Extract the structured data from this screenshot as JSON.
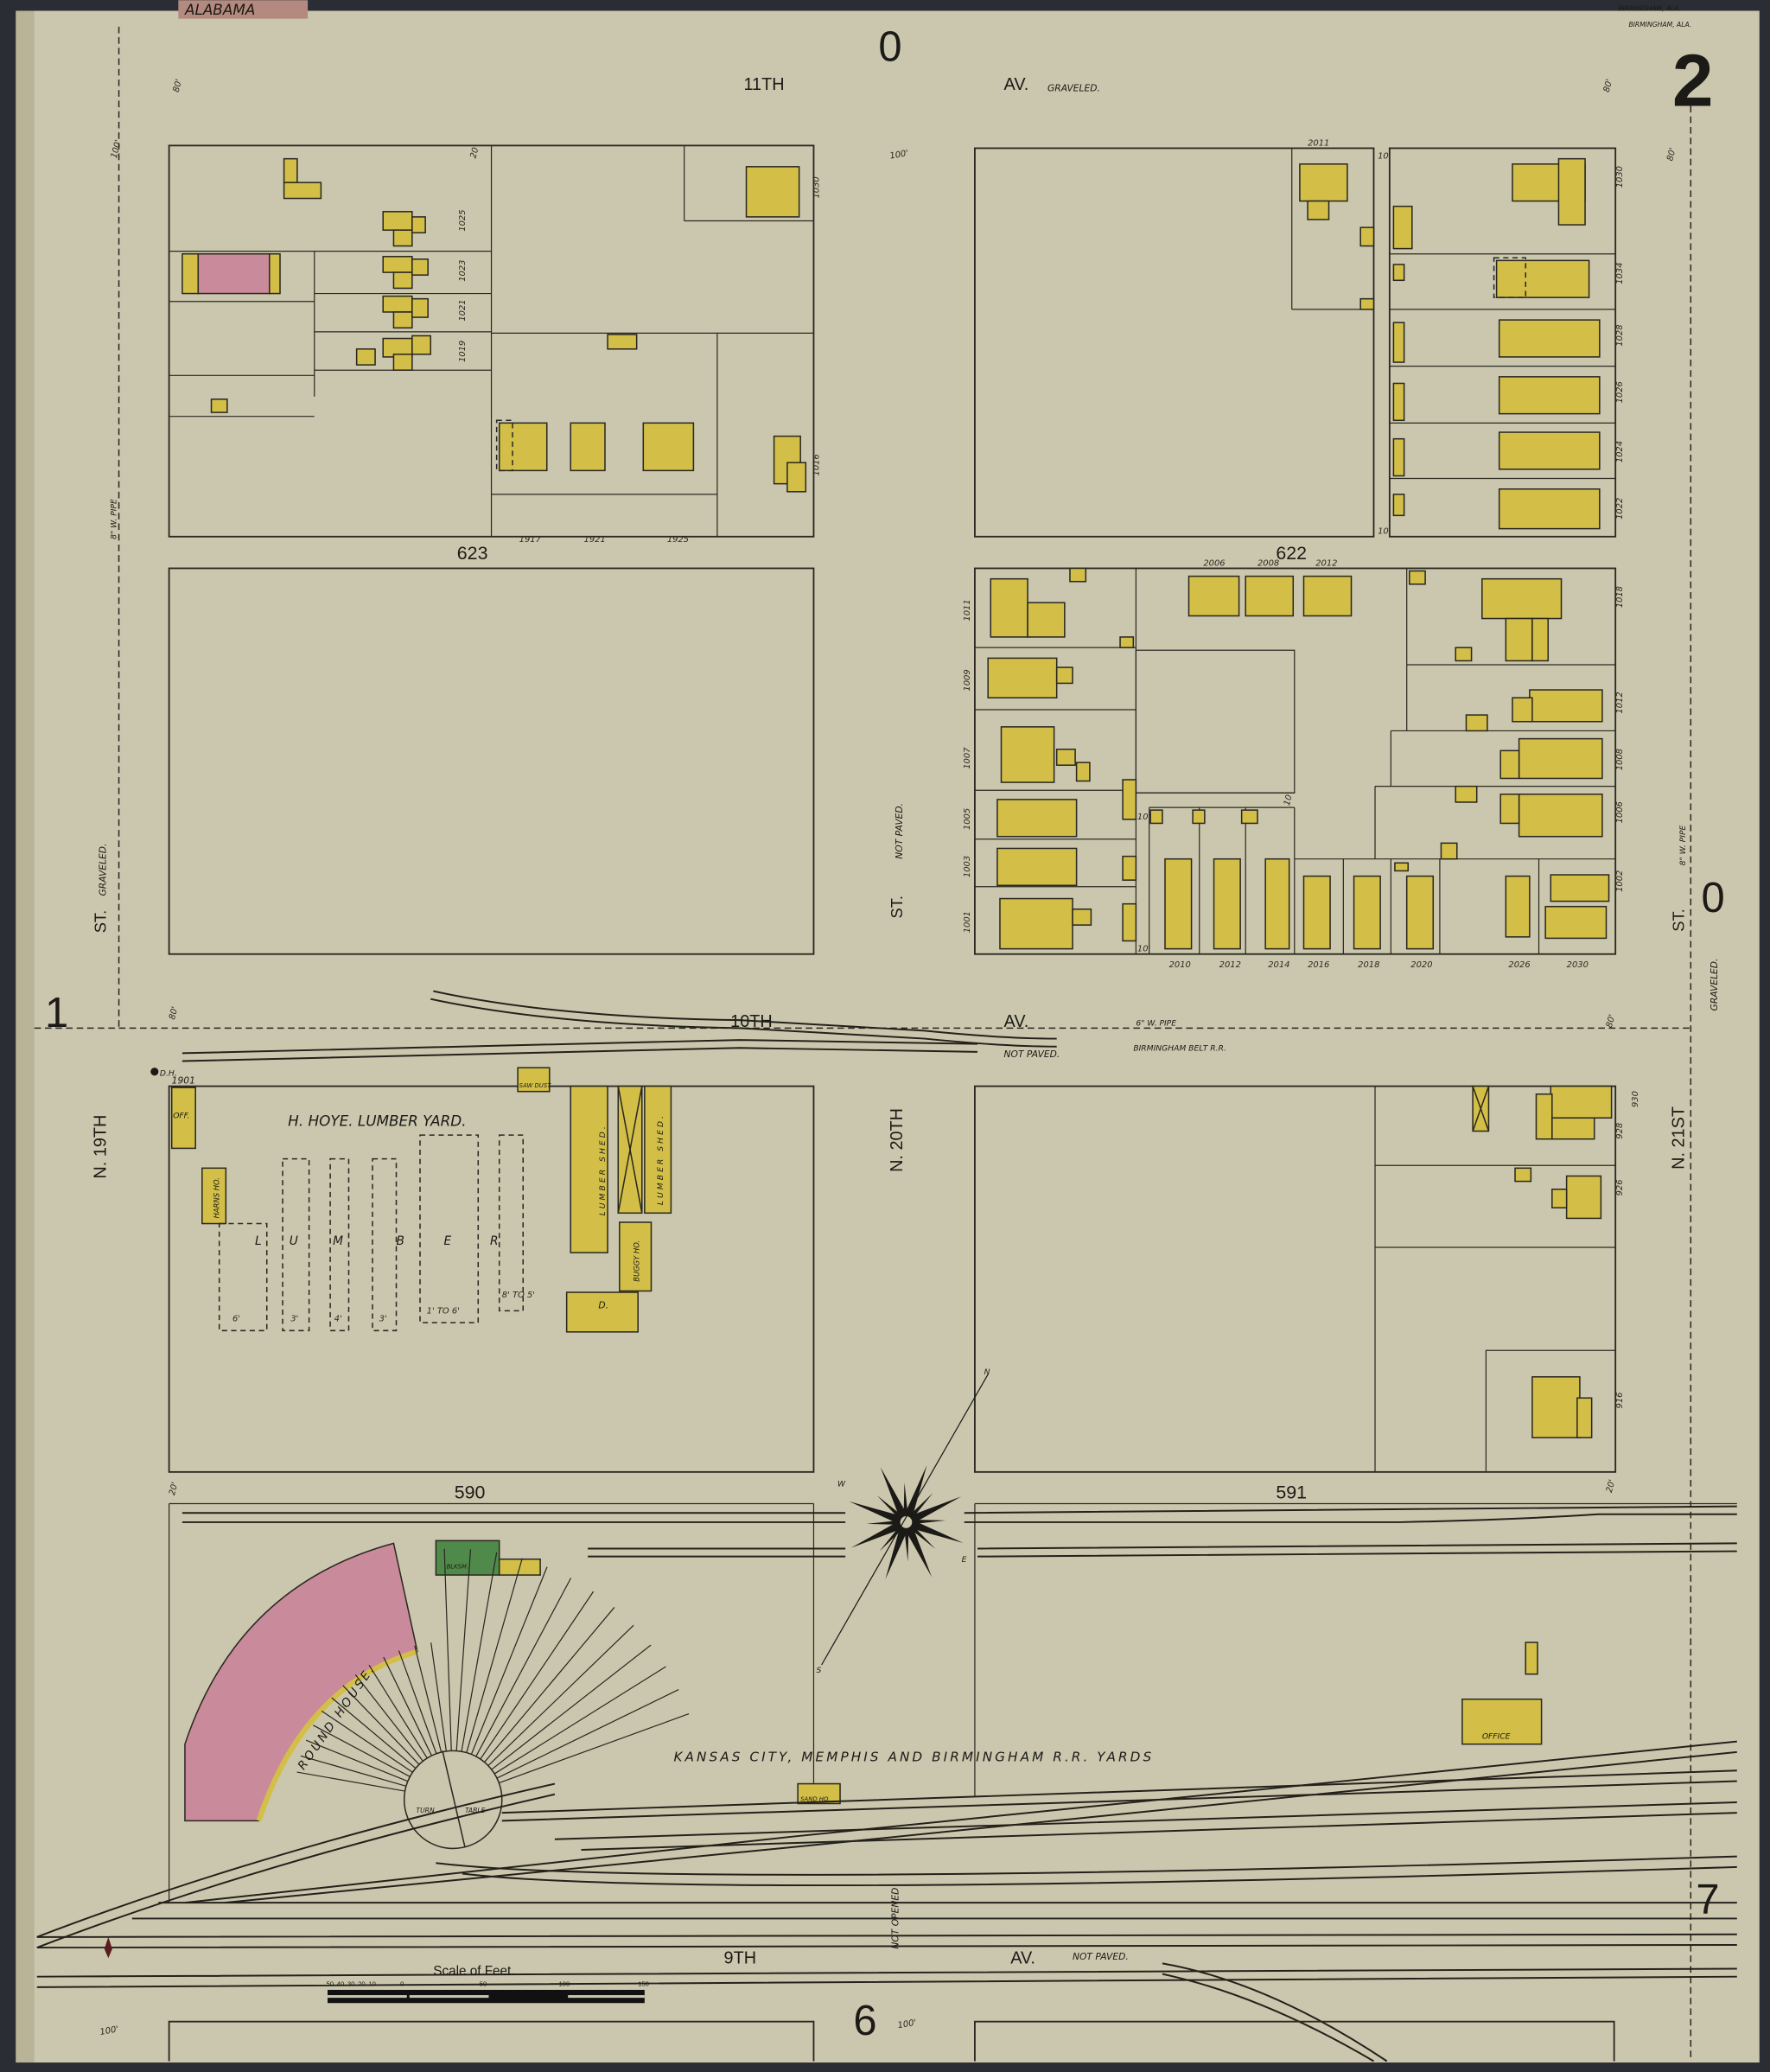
{
  "sheet": {
    "state_tab": "ALABAMA",
    "city_label": "BIRMINGHAM, ALA.",
    "sheet_number": "2",
    "adjoining_sheets": {
      "top": "0",
      "right": "0",
      "left": "1",
      "right_bottom": "7",
      "bottom": "6"
    },
    "colors": {
      "paper": "#cbc7ae",
      "frame": "#2a2d33",
      "frame_brick_yellow": "#d3bf48",
      "stone_pink": "#c98a9b",
      "iron_green": "#4f8a4a"
    }
  },
  "streets": {
    "eleventh_av": {
      "name": "11TH",
      "suffix": "AV.",
      "note": "GRAVELED."
    },
    "tenth_av": {
      "name": "10TH",
      "suffix": "AV.",
      "note": "NOT PAVED.",
      "pipe": "6\" W. PIPE",
      "railroad": "BIRMINGHAM BELT R.R."
    },
    "ninth_av": {
      "name": "9TH",
      "suffix": "AV.",
      "note": "NOT PAVED."
    },
    "n19th_st": {
      "name": "N. 19TH",
      "suffix": "ST.",
      "note": "GRAVELED.",
      "pipe": "8\" W. PIPE"
    },
    "n20th_st": {
      "name": "N. 20TH",
      "suffix": "ST.",
      "note": "NOT PAVED.",
      "lower_note": "NOT OPENED"
    },
    "n21st_st": {
      "name": "N. 21ST",
      "suffix": "ST.",
      "note": "GRAVELED.",
      "pipe": "8\" W. PIPE"
    },
    "widths": {
      "w80": "80'",
      "w100": "100'",
      "w20": "20'",
      "w10": "10'"
    }
  },
  "blocks": {
    "b623": "623",
    "b622": "622",
    "b590": "590",
    "b591": "591"
  },
  "labels": {
    "lumber_yard": "H. HOYE. LUMBER YARD.",
    "lumber_letters": [
      "L",
      "U",
      "M",
      "B",
      "E",
      "R"
    ],
    "pile_heights": [
      "6'",
      "3'",
      "4'",
      "3'",
      "1' TO 6'",
      "8' TO 5'"
    ],
    "lumber_shed": "LUMBER SHED.",
    "buggy_house": "BUGGY HO.",
    "harness_house": "HARNS HO.",
    "saw_dust": "SAW DUST",
    "office_short": "OFF.",
    "hydrant": "D.H.",
    "corner_number": "1901",
    "dwelling": "D.",
    "round_house": "ROUND HOUSE.",
    "turn_table": [
      "TURN",
      "TABLE"
    ],
    "blacksmith": "BLKSM.",
    "sand_house": "SAND HO.",
    "office": "OFFICE",
    "rr_yards": "KANSAS CITY, MEMPHIS AND BIRMINGHAM R.R. YARDS",
    "compass": {
      "n": "N",
      "s": "S",
      "e": "E",
      "w": "W"
    }
  },
  "scale": {
    "title": "Scale of Feet.",
    "ticks": [
      "50",
      "40",
      "30",
      "20",
      "10",
      "0",
      "50",
      "100",
      "150"
    ]
  },
  "house_numbers": [
    "1025",
    "1023",
    "1021",
    "1019",
    "1917",
    "1921",
    "1925",
    "1030",
    "1016",
    "2011",
    "1030",
    "1034",
    "1028",
    "1026",
    "1024",
    "1022",
    "2006",
    "2008",
    "2012",
    "1011",
    "1009",
    "1007",
    "1005",
    "1003",
    "1001",
    "2010",
    "2012",
    "2014",
    "2016",
    "2018",
    "2020",
    "2026",
    "2030",
    "1018",
    "1012",
    "1008",
    "1006",
    "1002",
    "930",
    "928",
    "926",
    "916"
  ]
}
